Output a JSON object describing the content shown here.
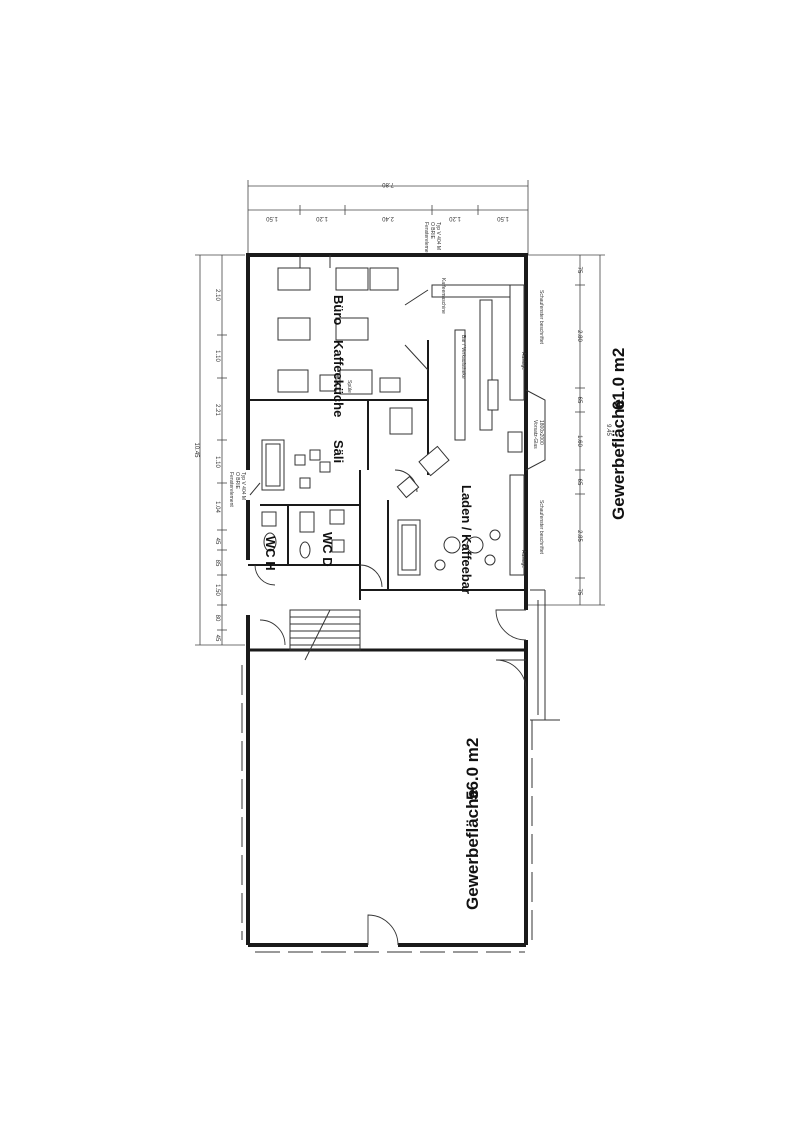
{
  "rooms": {
    "gewerbe_right": {
      "label": "Gewerbefläche",
      "area": "61.0 m2"
    },
    "gewerbe_lower": {
      "label": "Gewerbefläche",
      "area": "56.0 m2"
    },
    "buero": "Büro",
    "kaffeekueche": "Kaffeeküche",
    "saeli": "Säli",
    "laden": "Laden / Kaffeebar",
    "wc_h": "WC H",
    "wc_d": "WC D"
  },
  "dimensions": {
    "top_total": "7.80",
    "top_segments": [
      "1.50",
      "1.20",
      "2.40",
      "1.20",
      "1.50"
    ],
    "left_total": "10.45",
    "left_segments": [
      "2.10",
      "1.10",
      "2.21",
      "1.10",
      "1.04",
      "45",
      "85",
      "1.50",
      "80",
      "45"
    ],
    "right_total": "9.45",
    "right_segments": [
      "75",
      "2.80",
      "65",
      "1.60",
      "65",
      "2.85",
      "75"
    ]
  },
  "annotations": {
    "top_window": [
      "Fensterelement",
      "O BRIE",
      "Typ V 404 M"
    ],
    "left_window": [
      "Fensterelement",
      "O BRIE",
      "Typ V 404 M"
    ],
    "glass_door": [
      "Vorsatz-Glas",
      "1800x2000"
    ],
    "shelf_top": "Schaufenster beschriftet",
    "shelf_bottom": "Schaufenster beschriftet",
    "auslage_top": "Auslage",
    "auslage_bottom": "Auslage",
    "bar": "Bar / Verkaufstheke",
    "kaffee": "Kaffeemaschine",
    "spuele": "Spüle"
  }
}
